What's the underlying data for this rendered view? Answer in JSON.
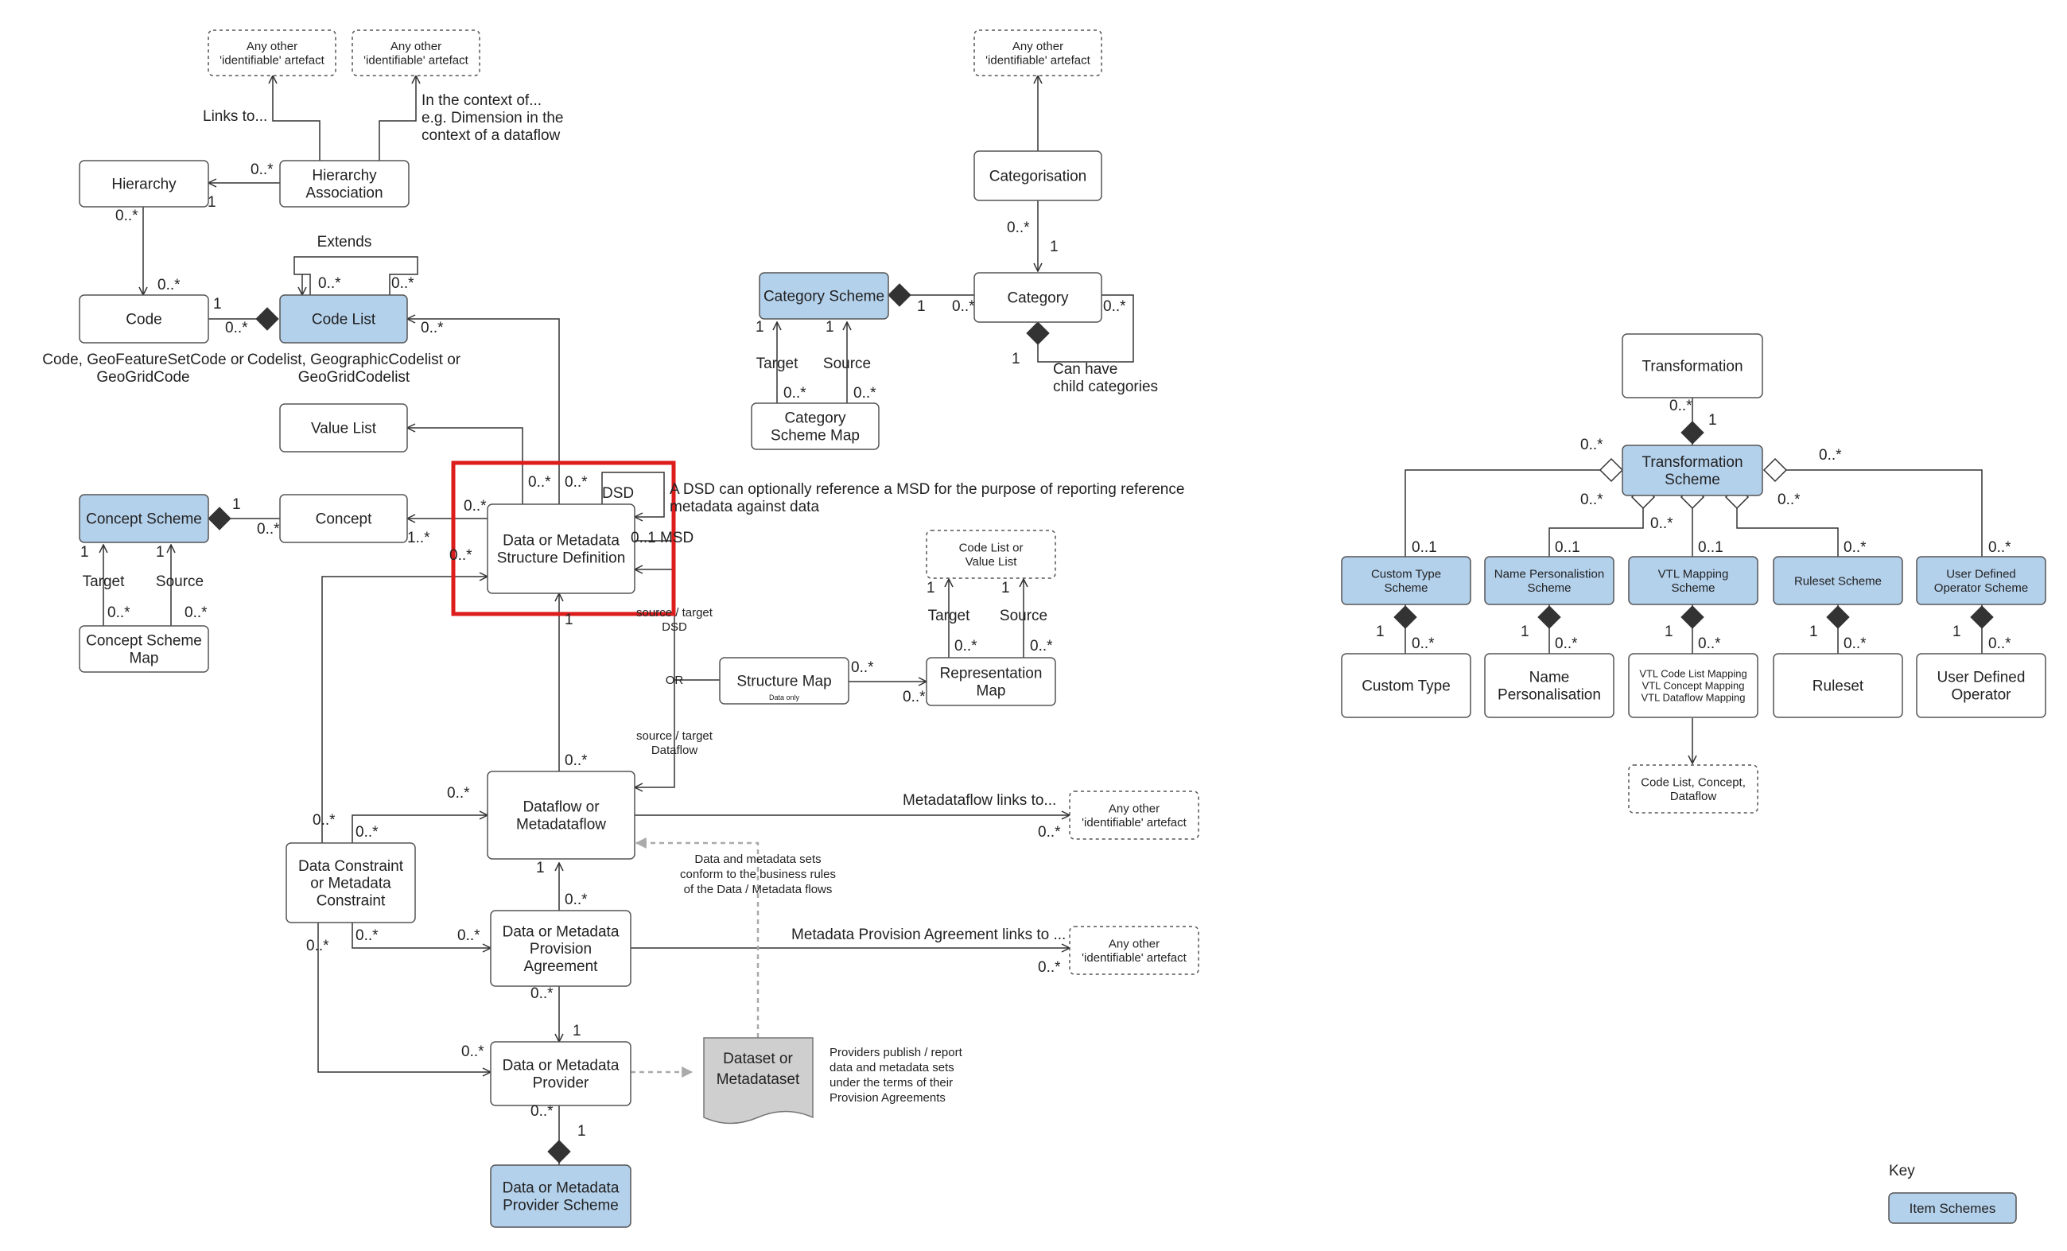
{
  "colors": {
    "item_scheme_fill": "#b4d1ec",
    "box_stroke": "#555555",
    "line": "#333333",
    "highlight": "#dd1c1c"
  },
  "boxes": {
    "any_other_1": [
      "Any other",
      "'identifiable' artefact"
    ],
    "any_other_2": [
      "Any other",
      "'identifiable' artefact"
    ],
    "any_other_3": [
      "Any other",
      "'identifiable' artefact"
    ],
    "hierarchy": [
      "Hierarchy"
    ],
    "hierarchy_association": [
      "Hierarchy",
      "Association"
    ],
    "code": [
      "Code"
    ],
    "code_list": [
      "Code List"
    ],
    "value_list": [
      "Value List"
    ],
    "concept_scheme": [
      "Concept Scheme"
    ],
    "concept": [
      "Concept"
    ],
    "concept_scheme_map": [
      "Concept Scheme",
      "Map"
    ],
    "dsd": [
      "Data or Metadata",
      "Structure Definition"
    ],
    "categorisation": [
      "Categorisation"
    ],
    "category_scheme": [
      "Category Scheme"
    ],
    "category": [
      "Category"
    ],
    "category_scheme_map": [
      "Category",
      "Scheme Map"
    ],
    "code_list_value_list": [
      "Code List or",
      "Value List"
    ],
    "structure_map": [
      "Structure Map"
    ],
    "representation_map": [
      "Representation",
      "Map"
    ],
    "dataflow": [
      "Dataflow or",
      "Metadataflow"
    ],
    "any_other_4": [
      "Any other",
      "'identifiable' artefact"
    ],
    "constraint": [
      "Data Constraint",
      "or Metadata",
      "Constraint"
    ],
    "provision_agreement": [
      "Data or Metadata",
      "Provision",
      "Agreement"
    ],
    "any_other_5": [
      "Any other",
      "'identifiable' artefact"
    ],
    "provider": [
      "Data or Metadata",
      "Provider"
    ],
    "dataset": [
      "Dataset or",
      "Metadataset"
    ],
    "provider_scheme": [
      "Data  or Metadata",
      "Provider Scheme"
    ],
    "transformation": [
      "Transformation"
    ],
    "transformation_scheme": [
      "Transformation",
      "Scheme"
    ],
    "custom_type_scheme": [
      "Custom Type",
      "Scheme"
    ],
    "name_personalisation_scheme": [
      "Name Personalistion",
      "Scheme"
    ],
    "vtl_mapping_scheme": [
      "VTL Mapping",
      "Scheme"
    ],
    "ruleset_scheme": [
      "Ruleset Scheme"
    ],
    "udo_scheme": [
      "User Defined",
      "Operator Scheme"
    ],
    "custom_type": [
      "Custom Type"
    ],
    "name_personalisation": [
      "Name",
      "Personalisation"
    ],
    "vtl_mappings": [
      "VTL Code List Mapping",
      "VTL Concept Mapping",
      "VTL Dataflow Mapping"
    ],
    "ruleset": [
      "Ruleset"
    ],
    "udo": [
      "User Defined",
      "Operator"
    ],
    "vtl_targets": [
      "Code List, Concept,",
      "Dataflow"
    ],
    "key_item_schemes": [
      "Item Schemes"
    ]
  },
  "structure_map_note": "Data only",
  "annotations": {
    "links_to": "Links to...",
    "in_context": [
      "In the context of...",
      "e.g. Dimension in the",
      "context of a dataflow"
    ],
    "extends": "Extends",
    "code_note": [
      "Code, GeoFeatureSetCode or",
      "GeoGridCode"
    ],
    "codelist_note": [
      "Codelist, GeographicCodelist or",
      "GeoGridCodelist"
    ],
    "can_have_child": [
      "Can have",
      "child categories"
    ],
    "dsd_self": "DSD",
    "msd_note": [
      "A DSD can optionally reference a MSD for the purpose of reporting reference",
      "metadata against data"
    ],
    "msd_mult": "0..1 MSD",
    "source_target_dsd": [
      "source / target",
      "DSD"
    ],
    "or": "OR",
    "source_target_dataflow": [
      "source / target",
      "Dataflow"
    ],
    "metadataflow_links": "Metadataflow links to...",
    "conform": [
      "Data and metadata sets",
      "conform to the business rules",
      "of the Data / Metadata flows"
    ],
    "mpa_links": "Metadata Provision Agreement links to ...",
    "providers_publish": [
      "Providers publish / report",
      "data and metadata sets",
      "under the terms of their",
      "Provision Agreements"
    ],
    "key": "Key"
  },
  "role_labels": {
    "target": "Target",
    "source": "Source"
  },
  "multiplicities": {
    "one": "1",
    "zero_many": "0..*",
    "zero_one": "0..1",
    "one_many": "1..*"
  }
}
